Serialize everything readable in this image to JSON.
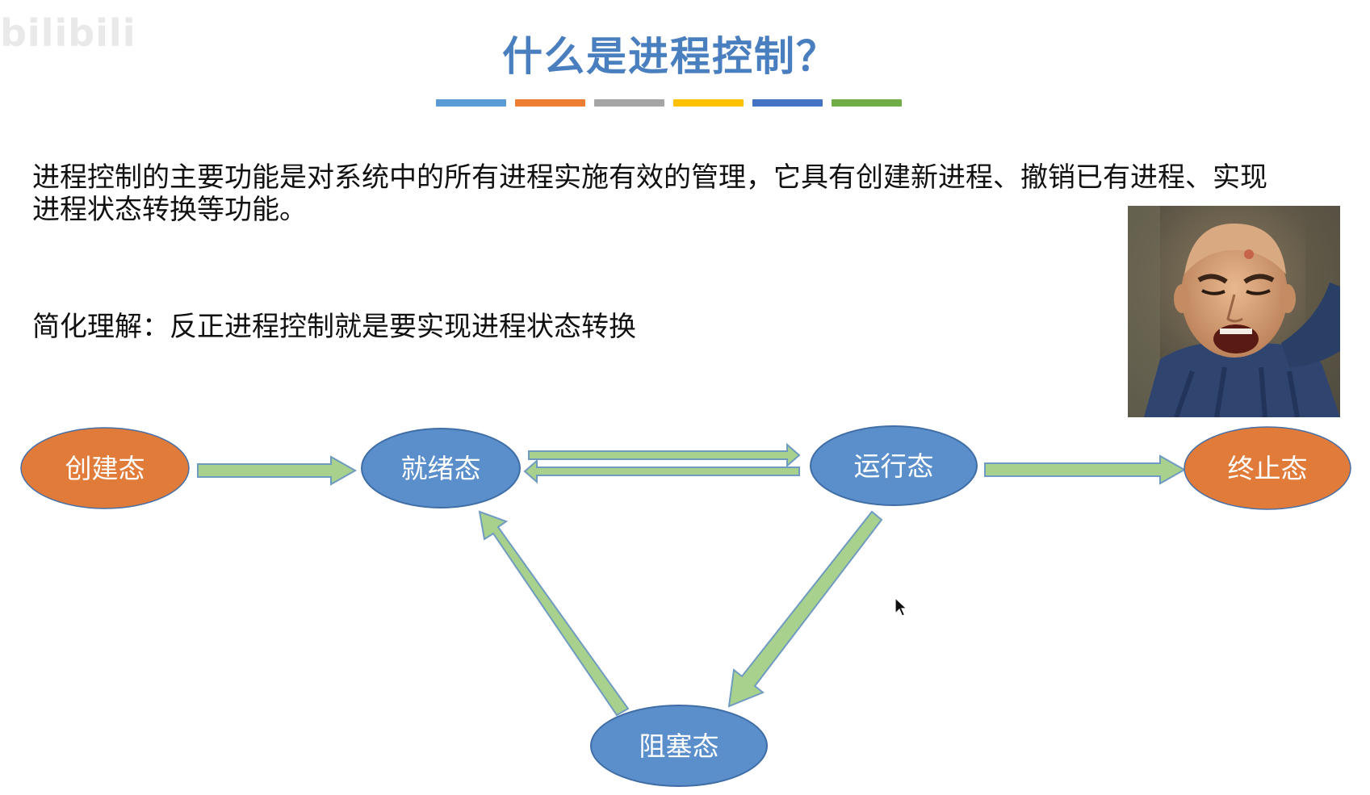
{
  "watermark": "bilibili",
  "title": "什么是进程控制？",
  "title_bar_colors": [
    "#5b9bd5",
    "#ed7d31",
    "#a5a5a5",
    "#ffc000",
    "#4472c4",
    "#70ad47"
  ],
  "paragraph": {
    "line1": "进程控制的主要功能是对系统中的所有进程实施有效的管理，它具有创建新进程、撤销已有进程、实现",
    "line2": "进程状态转换等功能。"
  },
  "summary": "简化理解：反正进程控制就是要实现进程状态转换",
  "photo_caption": "",
  "diagram": {
    "nodes": {
      "create": "创建态",
      "ready": "就绪态",
      "running": "运行态",
      "terminated": "终止态",
      "blocked": "阻塞态"
    },
    "colors": {
      "orange_node": "#e07b39",
      "blue_node": "#5b8fcb",
      "node_stroke": "#4a6fa5",
      "arrow_fill": "#a9d18e",
      "arrow_stroke": "#6e9bbf"
    }
  }
}
